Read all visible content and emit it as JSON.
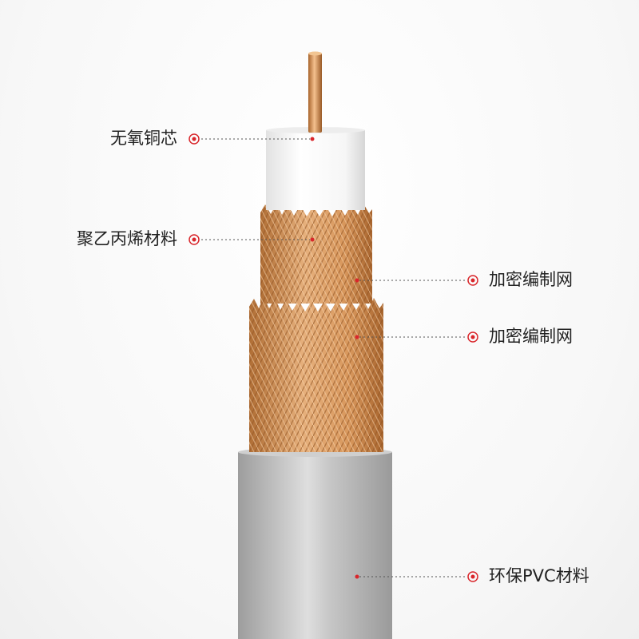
{
  "callouts": {
    "copper_core": "无氧铜芯",
    "pe_insulation": "聚乙丙烯材料",
    "braid_inner": "加密编制网",
    "braid_outer": "加密编制网",
    "pvc_jacket": "环保PVC材料"
  },
  "colors": {
    "marker": "#d9262b",
    "leader": "#555555",
    "copper": "#d8955a",
    "braid": "#d49057",
    "jacket": "#b5b5b5",
    "insulation": "#ffffff"
  }
}
